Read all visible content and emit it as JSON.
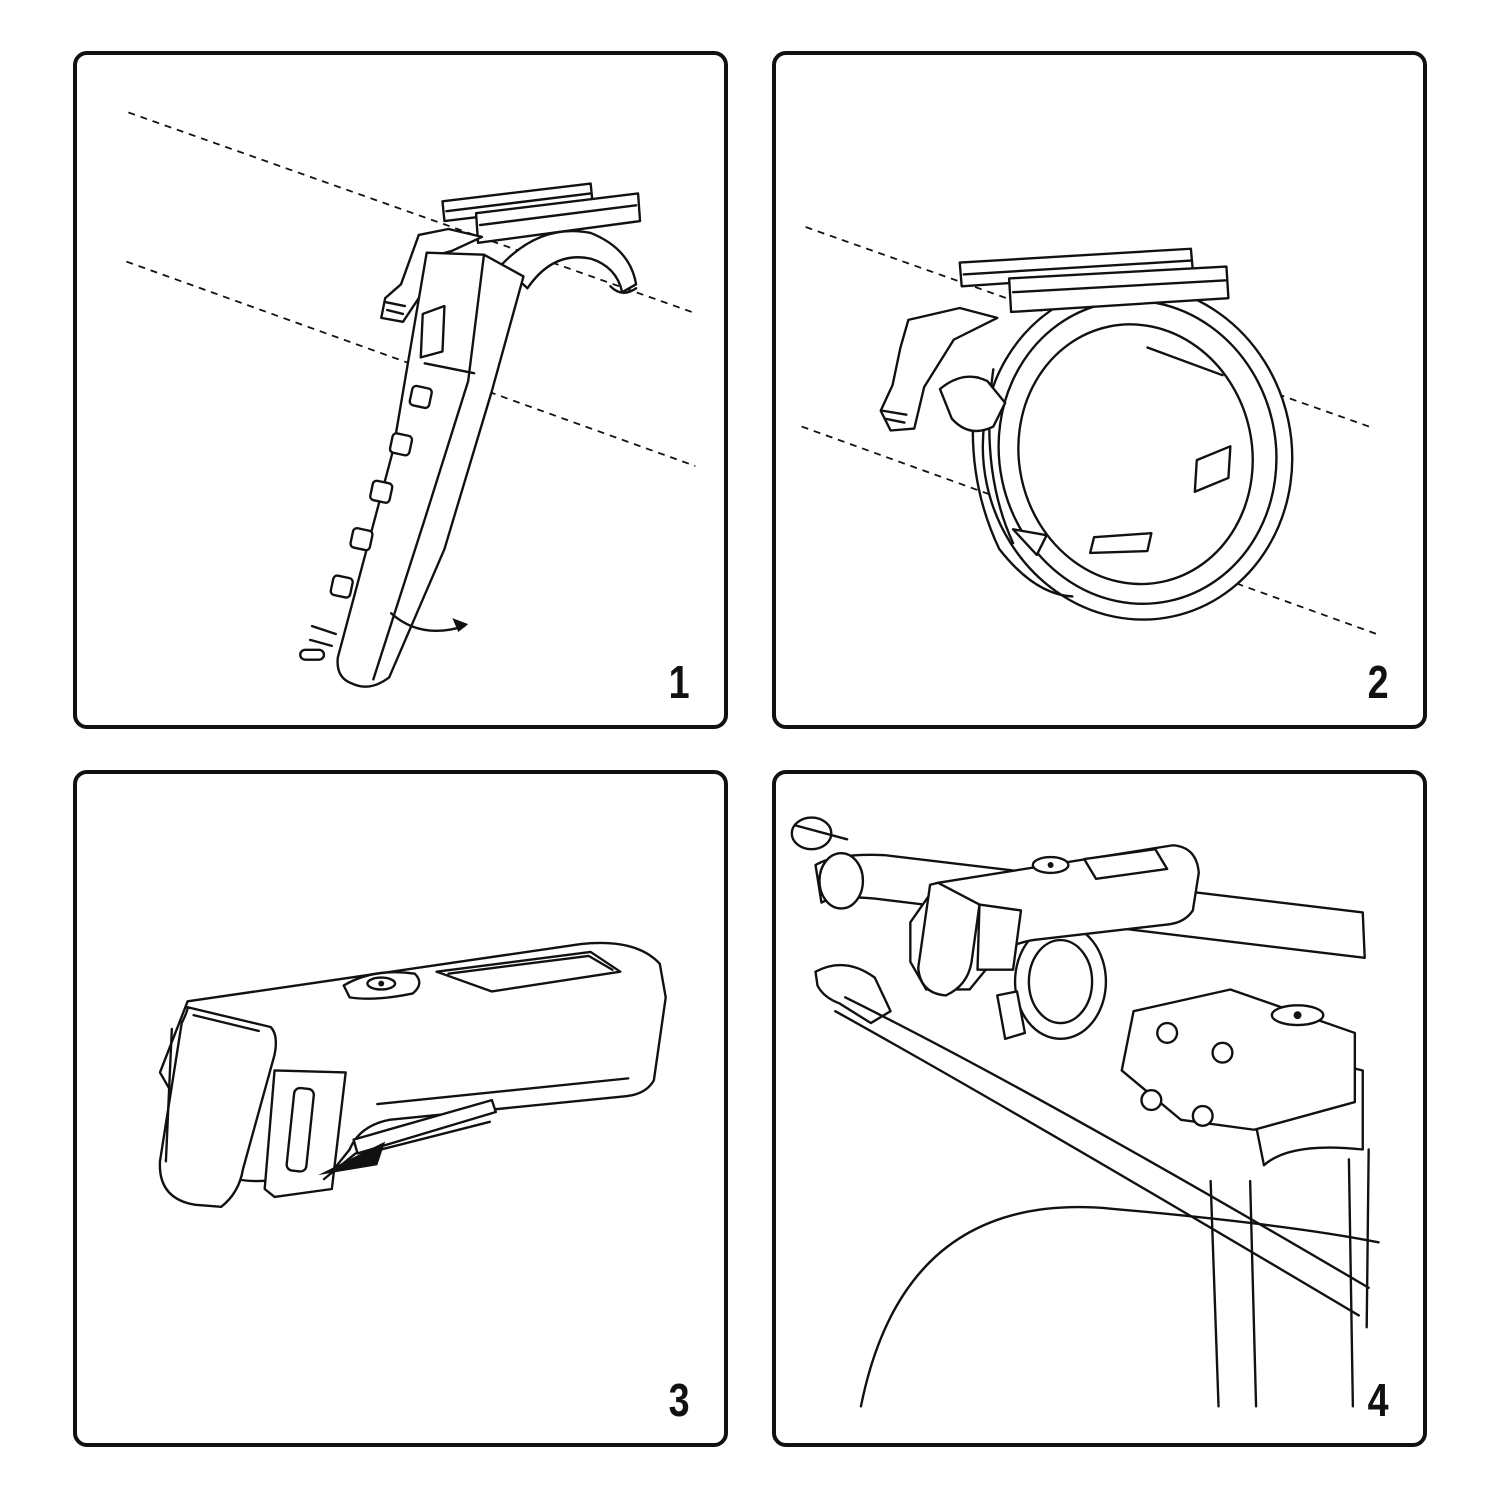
{
  "panels": [
    {
      "step": "1"
    },
    {
      "step": "2"
    },
    {
      "step": "3"
    },
    {
      "step": "4"
    }
  ],
  "icons": {
    "rotate_arrow": "curved-arrow-icon",
    "slide_arrow": "left-arrow-icon"
  },
  "colors": {
    "line": "#111111",
    "background": "#ffffff"
  }
}
